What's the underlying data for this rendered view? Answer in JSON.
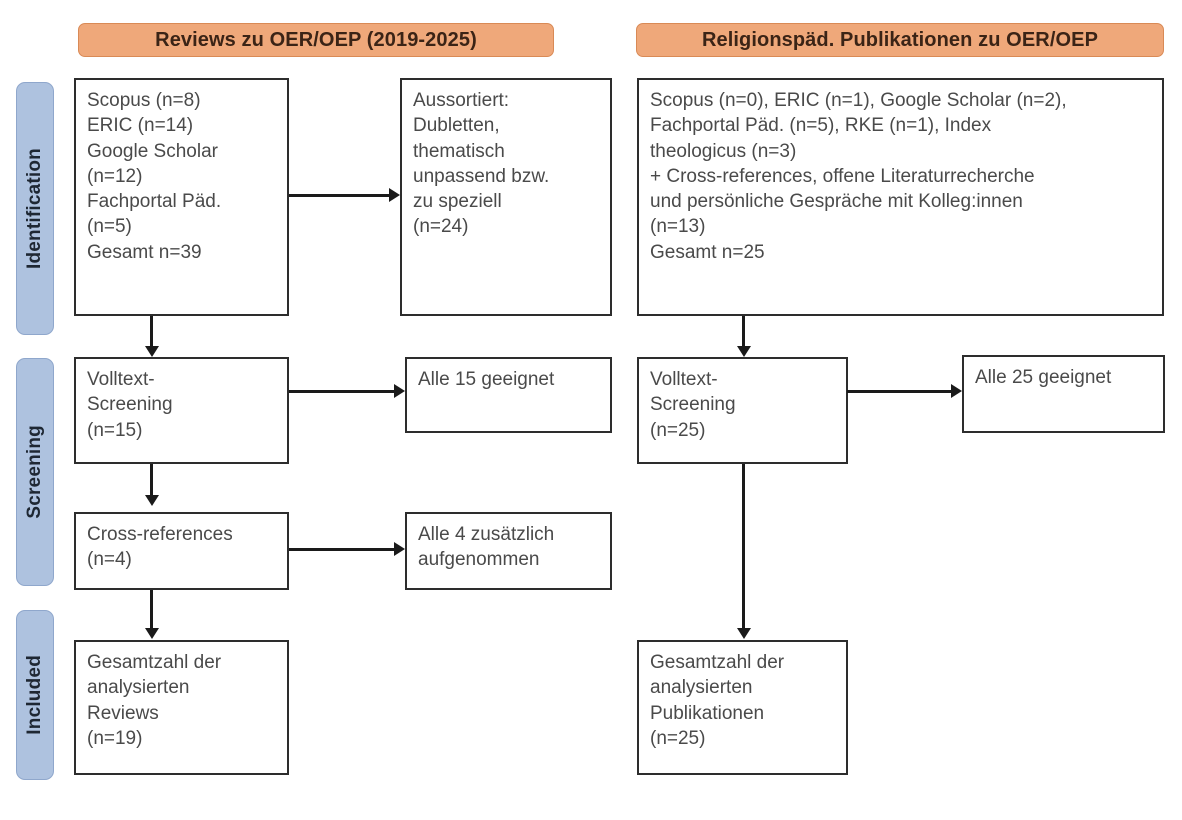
{
  "diagram": {
    "type": "prisma-flow-diagram",
    "colors": {
      "header_fill": "#EFA87A",
      "header_border": "#D98A56",
      "stage_fill": "#AEC2DF",
      "stage_border": "#8FA7CC",
      "box_border": "#2D2D2D",
      "box_fill": "#FFFFFF",
      "text": "#4A4A4A",
      "connector": "#1A1A1A"
    }
  },
  "columns": {
    "left_header": "Reviews zu OER/OEP (2019-2025)",
    "right_header": "Religionspäd. Publikationen zu OER/OEP"
  },
  "stages": [
    {
      "id": "identification",
      "label": "Identification"
    },
    {
      "id": "screening",
      "label": "Screening"
    },
    {
      "id": "included",
      "label": "Included"
    }
  ],
  "nodes": {
    "left_identification_sources": {
      "lines": [
        "Scopus (n=8)",
        "ERIC (n=14)",
        "Google Scholar",
        "(n=12)",
        "Fachportal Päd.",
        "(n=5)",
        "Gesamt n=39"
      ]
    },
    "left_excluded": {
      "lines": [
        "Aussortiert:",
        "Dubletten,",
        "thematisch",
        "unpassend bzw.",
        "zu speziell",
        "(n=24)"
      ]
    },
    "left_fulltext_screening": {
      "lines": [
        "Volltext-",
        "Screening",
        "(n=15)"
      ]
    },
    "left_fulltext_eligible": {
      "lines": [
        "Alle 15 geeignet"
      ]
    },
    "left_cross_references": {
      "lines": [
        "Cross-references",
        "(n=4)"
      ]
    },
    "left_cross_references_added": {
      "lines": [
        "Alle 4 zusätzlich",
        "aufgenommen"
      ]
    },
    "left_included_total": {
      "lines": [
        "Gesamtzahl der",
        "analysierten",
        "Reviews",
        "(n=19)"
      ]
    },
    "right_identification_sources": {
      "lines": [
        "Scopus (n=0), ERIC (n=1), Google Scholar (n=2),",
        "Fachportal Päd. (n=5), RKE (n=1), Index",
        "theologicus (n=3)",
        "+ Cross-references, offene Literaturrecherche",
        "und persönliche Gespräche mit Kolleg:innen",
        "(n=13)",
        "Gesamt n=25"
      ]
    },
    "right_fulltext_screening": {
      "lines": [
        "Volltext-",
        "Screening",
        "(n=25)"
      ]
    },
    "right_fulltext_eligible": {
      "lines": [
        "Alle 25 geeignet"
      ]
    },
    "right_included_total": {
      "lines": [
        "Gesamtzahl der",
        "analysierten",
        "Publikationen",
        "(n=25)"
      ]
    }
  }
}
